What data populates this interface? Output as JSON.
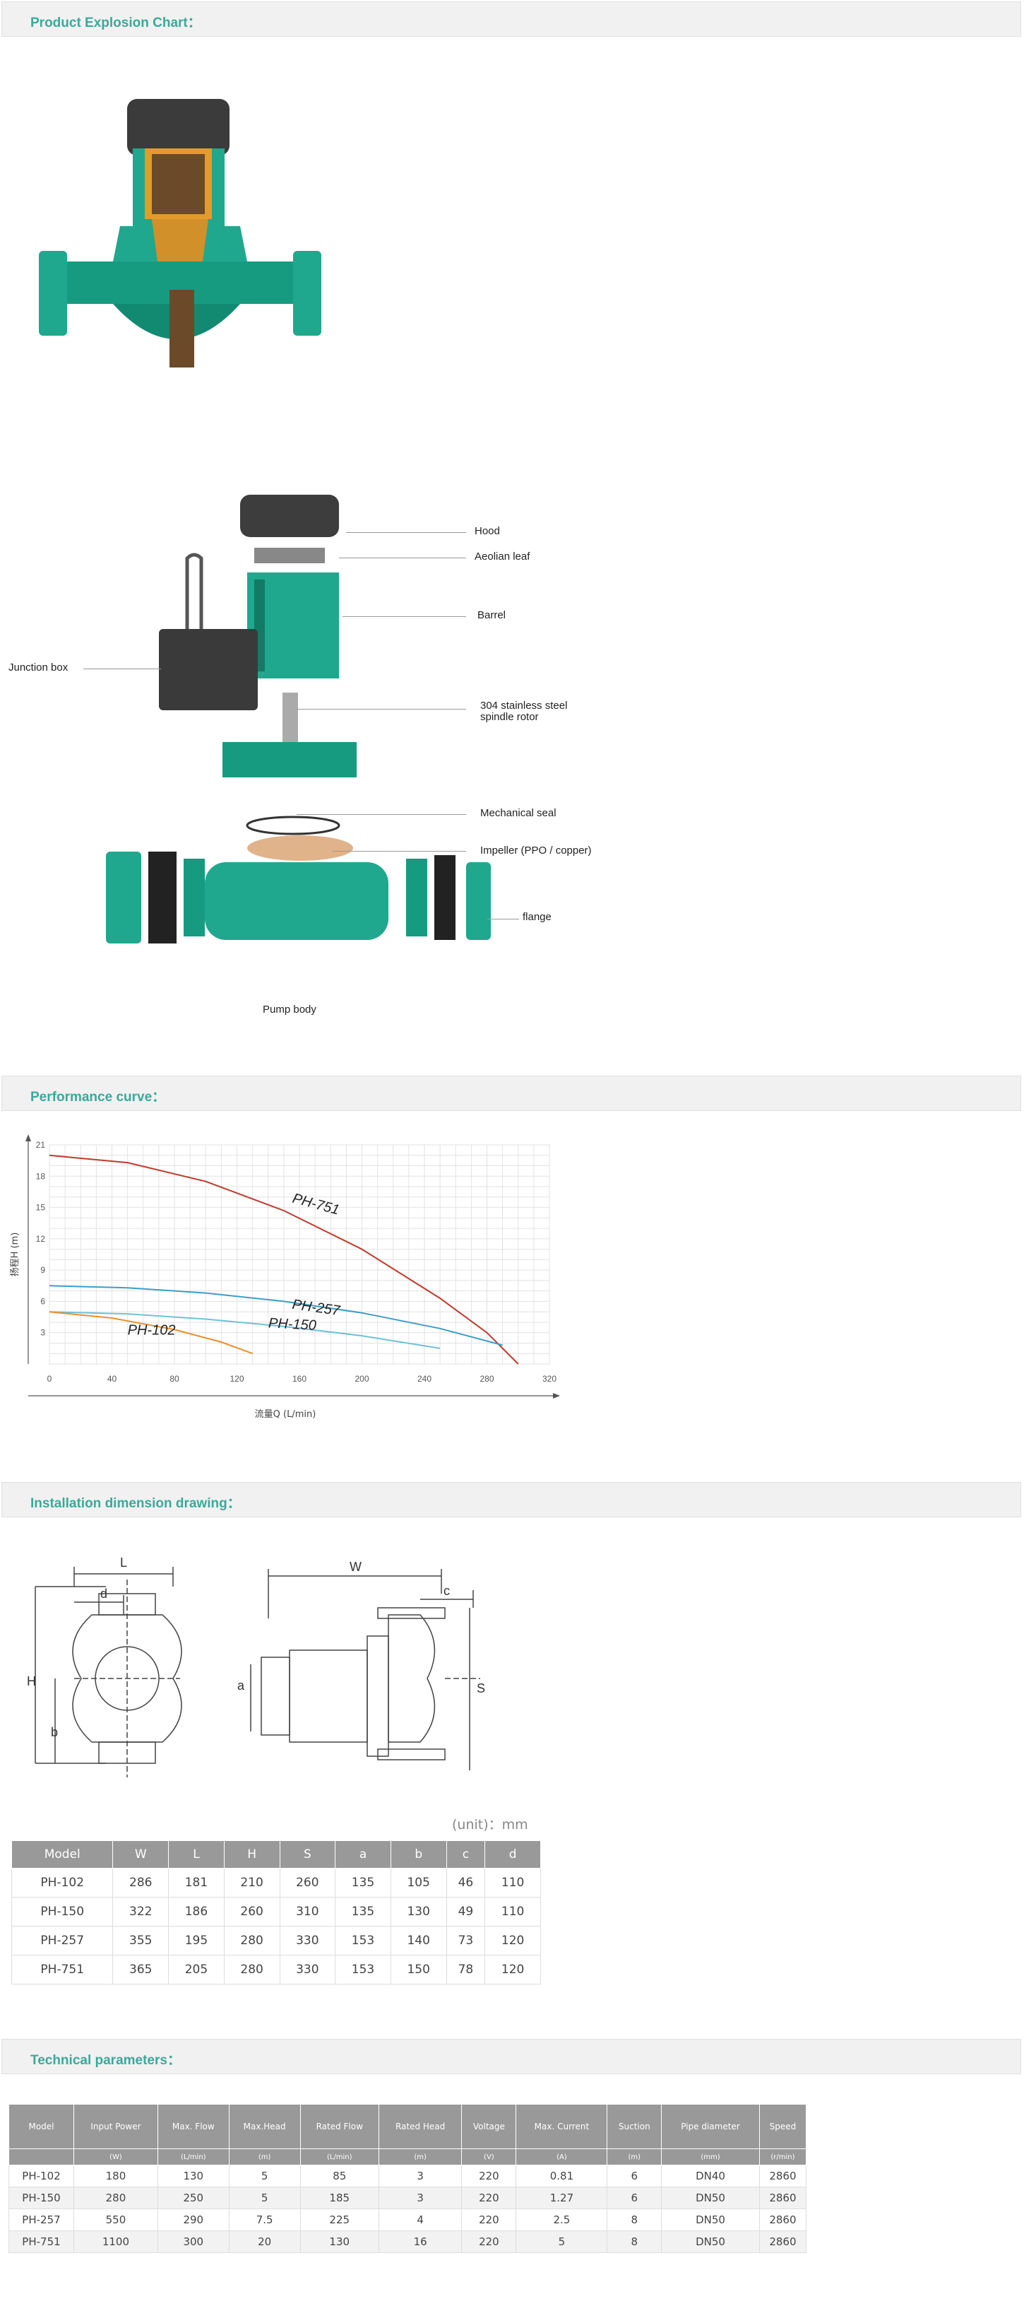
{
  "sections": {
    "explosion": "Product Explosion Chart：",
    "performance": "Performance curve：",
    "installation": "Installation dimension drawing：",
    "technical": "Technical parameters："
  },
  "explosion_labels": {
    "hood": "Hood",
    "aeolian": "Aeolian leaf",
    "barrel": "Barrel",
    "rotor_1": "304 stainless steel",
    "rotor_2": "spindle rotor",
    "junction": "Junction box",
    "seal": "Mechanical seal",
    "impeller": "Impeller (PPO / copper)",
    "flange": "flange",
    "body": "Pump body"
  },
  "chart_data": {
    "type": "line",
    "xlabel": "流量Q (L/min)",
    "ylabel": "扬程H (m)",
    "xlim": [
      0,
      320
    ],
    "ylim": [
      0,
      21
    ],
    "x_ticks": [
      "0",
      "40",
      "80",
      "120",
      "160",
      "200",
      "240",
      "280",
      "320"
    ],
    "y_ticks": [
      "3",
      "6",
      "9",
      "12",
      "15",
      "18",
      "21"
    ],
    "grid": true,
    "series": [
      {
        "name": "PH-751",
        "color": "#c0392b",
        "x": [
          0,
          50,
          100,
          150,
          200,
          250,
          280,
          300
        ],
        "y": [
          20,
          19.3,
          17.5,
          14.7,
          11,
          6.3,
          3,
          0
        ]
      },
      {
        "name": "PH-257",
        "color": "#3a9fc9",
        "x": [
          0,
          50,
          100,
          150,
          200,
          250,
          290
        ],
        "y": [
          7.5,
          7.3,
          6.8,
          6,
          4.9,
          3.4,
          1.8
        ]
      },
      {
        "name": "PH-150",
        "color": "#6cc2d9",
        "x": [
          0,
          50,
          100,
          150,
          200,
          250
        ],
        "y": [
          5,
          4.8,
          4.3,
          3.6,
          2.7,
          1.5
        ]
      },
      {
        "name": "PH-102",
        "color": "#e8902b",
        "x": [
          0,
          40,
          80,
          110,
          130
        ],
        "y": [
          5,
          4.4,
          3.3,
          2.1,
          1
        ]
      }
    ]
  },
  "drawing_labels": {
    "L": "L",
    "d": "d",
    "H": "H",
    "b": "b",
    "W": "W",
    "c": "c",
    "a": "a",
    "S": "S"
  },
  "dimension_table": {
    "unit": "(unit)：mm",
    "headers": [
      "Model",
      "W",
      "L",
      "H",
      "S",
      "a",
      "b",
      "c",
      "d"
    ],
    "rows": [
      [
        "PH-102",
        "286",
        "181",
        "210",
        "260",
        "135",
        "105",
        "46",
        "110"
      ],
      [
        "PH-150",
        "322",
        "186",
        "260",
        "310",
        "135",
        "130",
        "49",
        "110"
      ],
      [
        "PH-257",
        "355",
        "195",
        "280",
        "330",
        "153",
        "140",
        "73",
        "120"
      ],
      [
        "PH-751",
        "365",
        "205",
        "280",
        "330",
        "153",
        "150",
        "78",
        "120"
      ]
    ]
  },
  "tech_table": {
    "headers": [
      "Model",
      "Input Power",
      "Max. Flow",
      "Max.Head",
      "Rated Flow",
      "Rated Head",
      "Voltage",
      "Max. Current",
      "Suction",
      "Pipe diameter",
      "Speed"
    ],
    "units": [
      "",
      "(W)",
      "(L/min)",
      "(m)",
      "(L/min)",
      "(m)",
      "(V)",
      "(A)",
      "(m)",
      "(mm)",
      "(r/min)"
    ],
    "rows": [
      [
        "PH-102",
        "180",
        "130",
        "5",
        "85",
        "3",
        "220",
        "0.81",
        "6",
        "DN40",
        "2860"
      ],
      [
        "PH-150",
        "280",
        "250",
        "5",
        "185",
        "3",
        "220",
        "1.27",
        "6",
        "DN50",
        "2860"
      ],
      [
        "PH-257",
        "550",
        "290",
        "7.5",
        "225",
        "4",
        "220",
        "2.5",
        "8",
        "DN50",
        "2860"
      ],
      [
        "PH-751",
        "1100",
        "300",
        "20",
        "130",
        "16",
        "220",
        "5",
        "8",
        "DN50",
        "2860"
      ]
    ]
  }
}
